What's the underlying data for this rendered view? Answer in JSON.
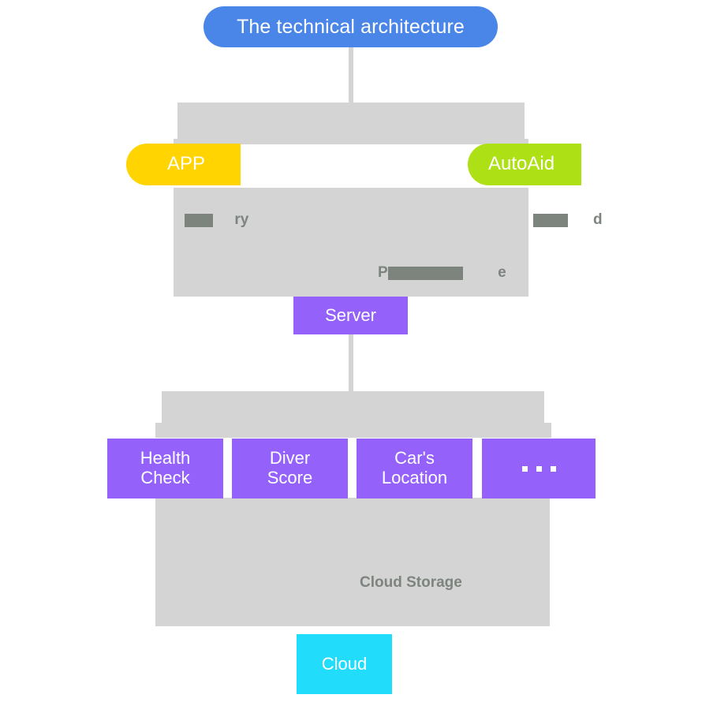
{
  "diagram": {
    "title": "The technical architecture",
    "colors": {
      "title_pill": "#4a86e8",
      "app_pill": "#ffd400",
      "autoaid_pill": "#aee016",
      "purple_box": "#9461fb",
      "cyan_box": "#22dcfb",
      "panel_gray": "#d4d4d4",
      "label_gray": "#7d847e",
      "connector_gray": "#d4d4d4",
      "text_white": "#ffffff"
    }
  },
  "client_layer": {
    "app_label": "APP",
    "autoaid_label": "AutoAid",
    "labels": {
      "left_partial": "ry",
      "right_partial": "d",
      "middle_prefix": "P",
      "middle_suffix": "e"
    }
  },
  "server_layer": {
    "server_label": "Server"
  },
  "service_layer": {
    "services": [
      {
        "label": "Health\nCheck"
      },
      {
        "label": "Diver\nScore"
      },
      {
        "label": "Car's\nLocation"
      },
      {
        "label": ""
      }
    ],
    "more_indicator": "..."
  },
  "storage_layer": {
    "storage_label": "Cloud Storage",
    "cloud_label": "Cloud"
  }
}
